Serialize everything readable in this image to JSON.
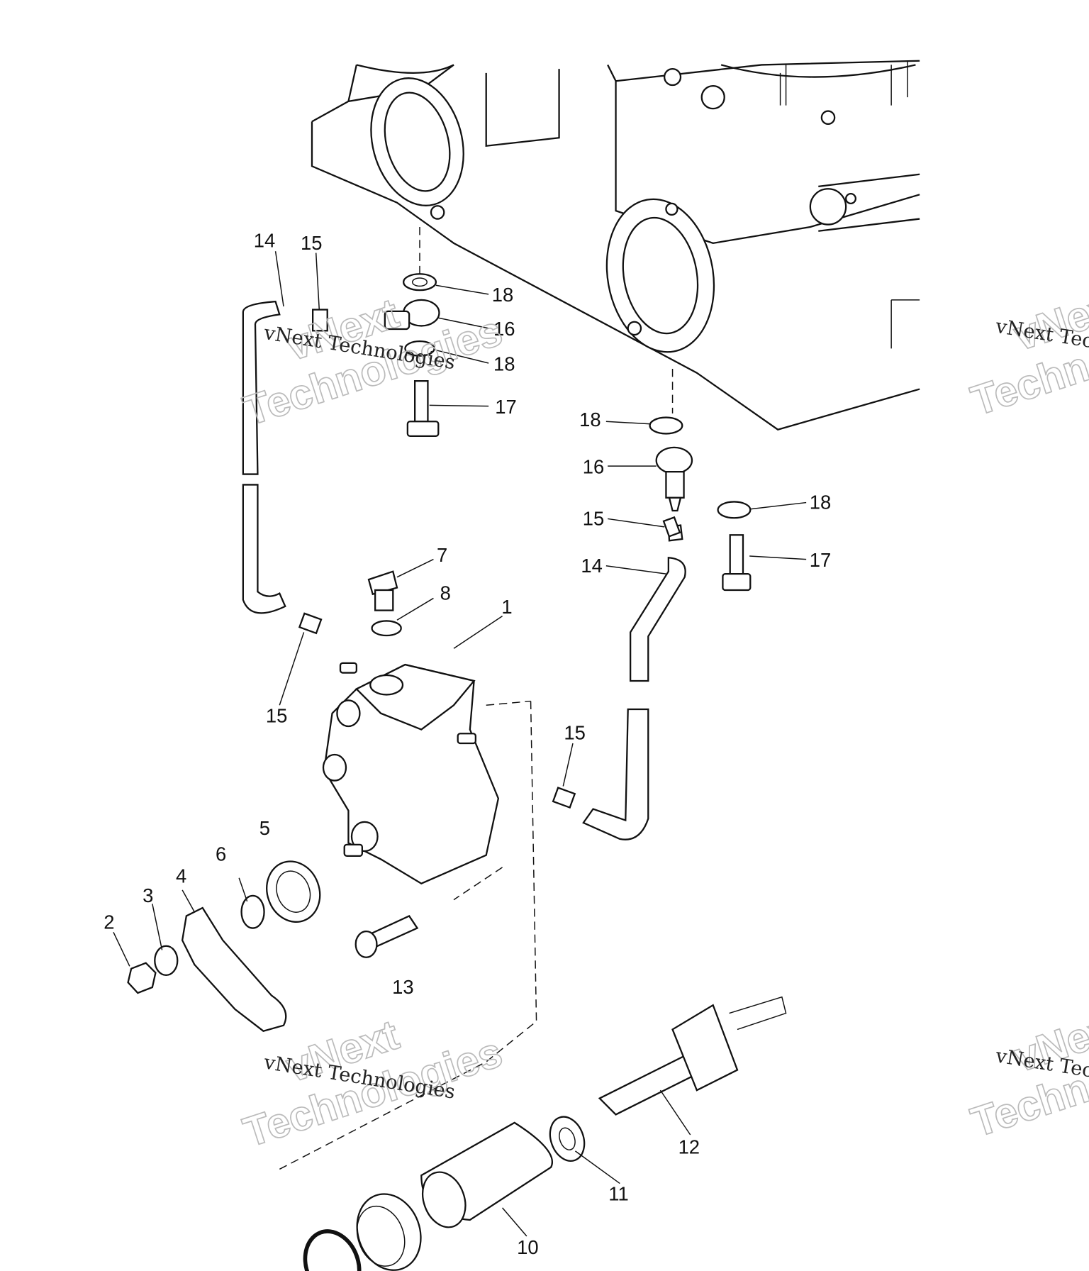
{
  "diagram": {
    "title": "Oil pump exploded parts diagram",
    "callouts": [
      "14",
      "15",
      "18",
      "16",
      "18",
      "17",
      "18",
      "16",
      "15",
      "18",
      "17",
      "14",
      "7",
      "8",
      "1",
      "15",
      "15",
      "5",
      "6",
      "4",
      "3",
      "2",
      "13",
      "12",
      "11",
      "10"
    ],
    "watermark": {
      "line": "vNext Technologies",
      "big1": "vNext",
      "big2": "Technologies"
    }
  }
}
